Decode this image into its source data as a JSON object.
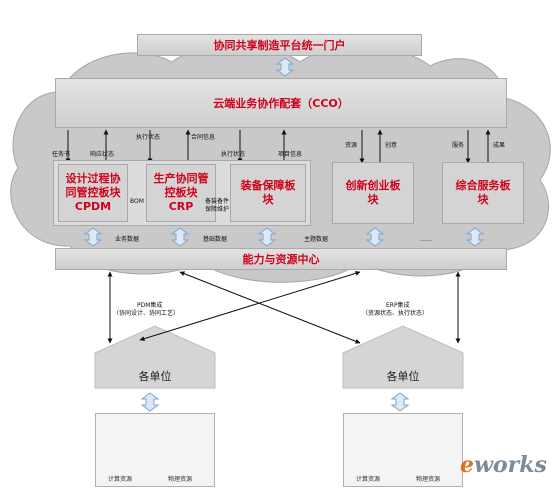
{
  "portal": {
    "label": "协同共享制造平台统一门户"
  },
  "cco": {
    "label": "云端业务协作配套（CCO）"
  },
  "resource_center": {
    "label": "能力与资源中心"
  },
  "modules": {
    "cpdm": {
      "line1": "设计过程协",
      "line2": "同管控板块",
      "line3": "CPDM"
    },
    "crp": {
      "line1": "生产协同管",
      "line2": "控板块",
      "line3": "CRP"
    },
    "equip": {
      "line1": "装备保障板",
      "line2": "块"
    },
    "innov": {
      "line1": "创新创业板",
      "line2": "块"
    },
    "service": {
      "line1": "综合服务板",
      "line2": "块"
    }
  },
  "labels": {
    "task_book": "任务书",
    "response_status": "响应状态",
    "exec_status_1": "执行状态",
    "contract_info": "合同信息",
    "exec_status_2": "执行状态",
    "project_info": "项目信息",
    "resource": "资源",
    "innovation": "创意",
    "service": "服务",
    "result": "成果",
    "bom": "BOM",
    "equip_parts_1": "备装备件",
    "equip_parts_2": "保障维护",
    "business_data": "业务数据",
    "base_data": "基础数据",
    "theme_data": "主题数据",
    "ellipsis": "……",
    "pdm_integration": "PDM集成",
    "pdm_detail": "（协同设计、协同工艺）",
    "erp_integration": "ERP集成",
    "erp_detail": "（资源状态、执行状态）"
  },
  "units": [
    {
      "title": "各单位",
      "caption_left": "计算资源",
      "caption_right": "物理资源"
    },
    {
      "title": "各单位",
      "caption_left": "计算资源",
      "caption_right": "物理资源"
    }
  ],
  "logo": {
    "prefix": "e",
    "rest": "works"
  },
  "colors": {
    "accent": "#d0021b",
    "arrow_fill": "#dbe8f6",
    "arrow_stroke": "#7fa6cf",
    "cloud": "#c8c8c8"
  }
}
